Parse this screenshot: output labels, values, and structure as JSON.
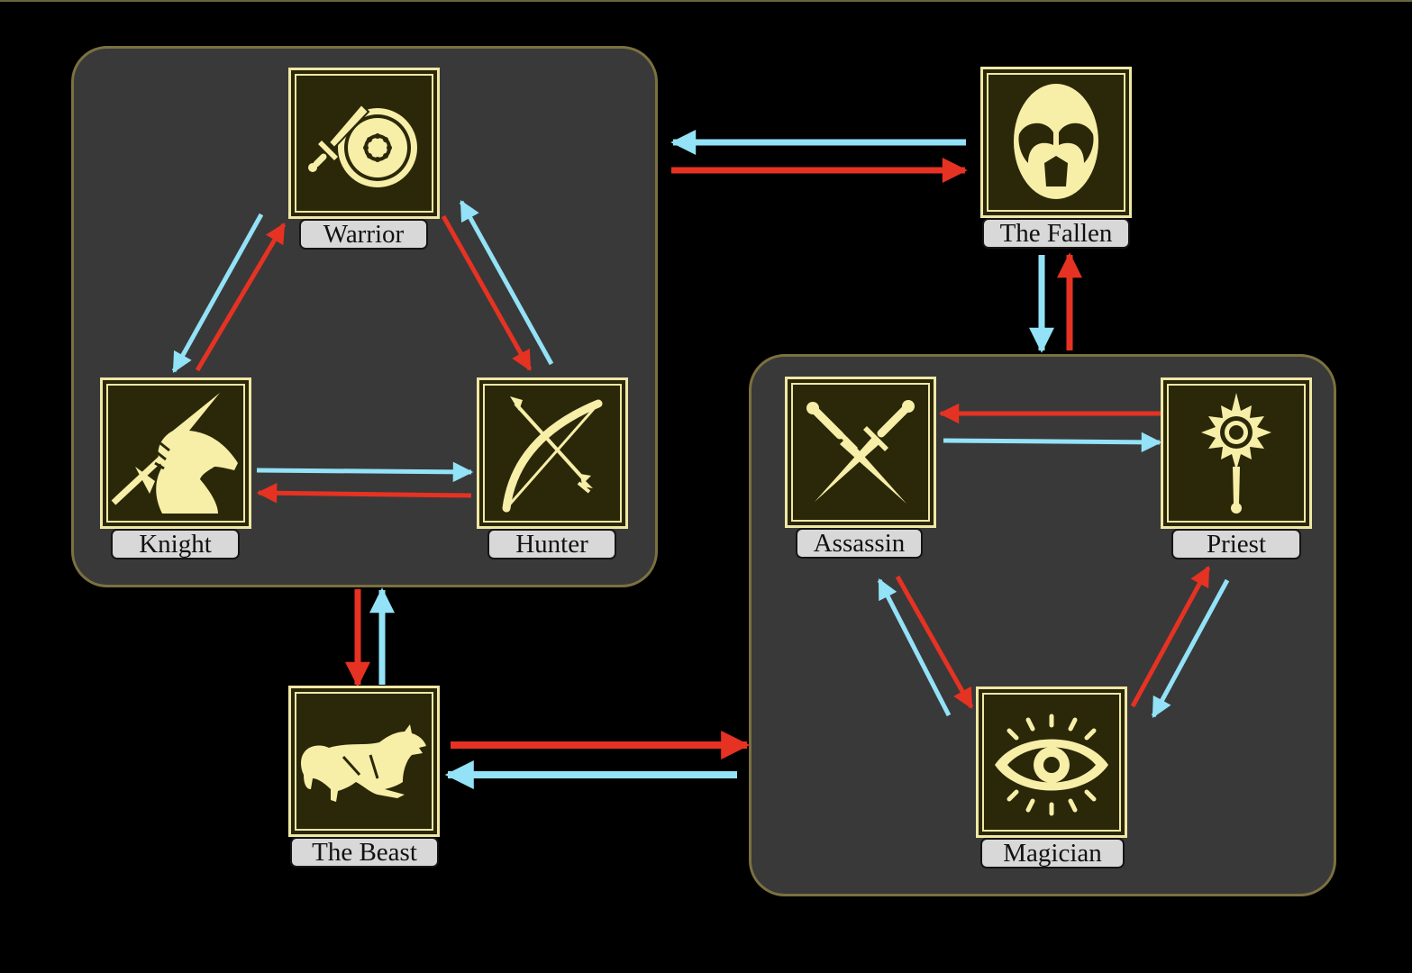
{
  "classes": {
    "warrior": {
      "label": "Warrior",
      "icon": "sword-and-shield-icon"
    },
    "knight": {
      "label": "Knight",
      "icon": "unicorn-knight-icon"
    },
    "hunter": {
      "label": "Hunter",
      "icon": "bow-and-arrow-icon"
    },
    "fallen": {
      "label": "The Fallen",
      "icon": "helmet-mask-icon"
    },
    "assassin": {
      "label": "Assassin",
      "icon": "crossed-daggers-icon"
    },
    "priest": {
      "label": "Priest",
      "icon": "sun-mace-icon"
    },
    "magician": {
      "label": "Magician",
      "icon": "eye-icon"
    },
    "beast": {
      "label": "The Beast",
      "icon": "wolf-icon"
    }
  },
  "colors": {
    "background": "#000000",
    "panel": "#393939",
    "panel_border": "#7b7140",
    "tile_bg": "#2a2808",
    "icon_cream": "#f7eea8",
    "label_bg": "#d8d8d8",
    "arrow_red": "#e63222",
    "arrow_blue": "#93e2f7"
  }
}
